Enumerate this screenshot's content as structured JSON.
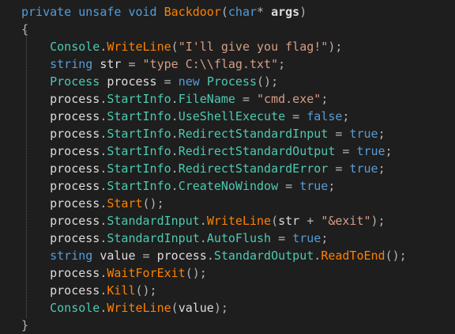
{
  "editor": {
    "lines": [
      [
        {
          "t": "private",
          "c": "kw"
        },
        {
          "t": " ",
          "c": "id"
        },
        {
          "t": "unsafe",
          "c": "kw"
        },
        {
          "t": " ",
          "c": "id"
        },
        {
          "t": "void",
          "c": "kw"
        },
        {
          "t": " ",
          "c": "id"
        },
        {
          "t": "Backdoor",
          "c": "fn"
        },
        {
          "t": "(",
          "c": "op"
        },
        {
          "t": "char",
          "c": "kw"
        },
        {
          "t": "* ",
          "c": "op"
        },
        {
          "t": "args",
          "c": "pm"
        },
        {
          "t": ")",
          "c": "op"
        }
      ],
      [
        {
          "t": "{",
          "c": "op"
        }
      ],
      [
        {
          "t": "    ",
          "c": "id"
        },
        {
          "t": "Console",
          "c": "ty"
        },
        {
          "t": ".",
          "c": "op"
        },
        {
          "t": "WriteLine",
          "c": "fn"
        },
        {
          "t": "(",
          "c": "op"
        },
        {
          "t": "\"I'll give you flag!\"",
          "c": "st"
        },
        {
          "t": ");",
          "c": "op"
        }
      ],
      [
        {
          "t": "    ",
          "c": "id"
        },
        {
          "t": "string",
          "c": "kw"
        },
        {
          "t": " str ",
          "c": "id"
        },
        {
          "t": "=",
          "c": "op"
        },
        {
          "t": " ",
          "c": "id"
        },
        {
          "t": "\"type C:\\\\flag.txt\"",
          "c": "st"
        },
        {
          "t": ";",
          "c": "op"
        }
      ],
      [
        {
          "t": "    ",
          "c": "id"
        },
        {
          "t": "Process",
          "c": "ty"
        },
        {
          "t": " process ",
          "c": "id"
        },
        {
          "t": "=",
          "c": "op"
        },
        {
          "t": " ",
          "c": "id"
        },
        {
          "t": "new",
          "c": "kw"
        },
        {
          "t": " ",
          "c": "id"
        },
        {
          "t": "Process",
          "c": "ty"
        },
        {
          "t": "();",
          "c": "op"
        }
      ],
      [
        {
          "t": "    process",
          "c": "id"
        },
        {
          "t": ".",
          "c": "op"
        },
        {
          "t": "StartInfo",
          "c": "pr"
        },
        {
          "t": ".",
          "c": "op"
        },
        {
          "t": "FileName",
          "c": "pr"
        },
        {
          "t": " = ",
          "c": "op"
        },
        {
          "t": "\"cmd.exe\"",
          "c": "st"
        },
        {
          "t": ";",
          "c": "op"
        }
      ],
      [
        {
          "t": "    process",
          "c": "id"
        },
        {
          "t": ".",
          "c": "op"
        },
        {
          "t": "StartInfo",
          "c": "pr"
        },
        {
          "t": ".",
          "c": "op"
        },
        {
          "t": "UseShellExecute",
          "c": "pr"
        },
        {
          "t": " = ",
          "c": "op"
        },
        {
          "t": "false",
          "c": "kw"
        },
        {
          "t": ";",
          "c": "op"
        }
      ],
      [
        {
          "t": "    process",
          "c": "id"
        },
        {
          "t": ".",
          "c": "op"
        },
        {
          "t": "StartInfo",
          "c": "pr"
        },
        {
          "t": ".",
          "c": "op"
        },
        {
          "t": "RedirectStandardInput",
          "c": "pr"
        },
        {
          "t": " = ",
          "c": "op"
        },
        {
          "t": "true",
          "c": "kw"
        },
        {
          "t": ";",
          "c": "op"
        }
      ],
      [
        {
          "t": "    process",
          "c": "id"
        },
        {
          "t": ".",
          "c": "op"
        },
        {
          "t": "StartInfo",
          "c": "pr"
        },
        {
          "t": ".",
          "c": "op"
        },
        {
          "t": "RedirectStandardOutput",
          "c": "pr"
        },
        {
          "t": " = ",
          "c": "op"
        },
        {
          "t": "true",
          "c": "kw"
        },
        {
          "t": ";",
          "c": "op"
        }
      ],
      [
        {
          "t": "    process",
          "c": "id"
        },
        {
          "t": ".",
          "c": "op"
        },
        {
          "t": "StartInfo",
          "c": "pr"
        },
        {
          "t": ".",
          "c": "op"
        },
        {
          "t": "RedirectStandardError",
          "c": "pr"
        },
        {
          "t": " = ",
          "c": "op"
        },
        {
          "t": "true",
          "c": "kw"
        },
        {
          "t": ";",
          "c": "op"
        }
      ],
      [
        {
          "t": "    process",
          "c": "id"
        },
        {
          "t": ".",
          "c": "op"
        },
        {
          "t": "StartInfo",
          "c": "pr"
        },
        {
          "t": ".",
          "c": "op"
        },
        {
          "t": "CreateNoWindow",
          "c": "pr"
        },
        {
          "t": " = ",
          "c": "op"
        },
        {
          "t": "true",
          "c": "kw"
        },
        {
          "t": ";",
          "c": "op"
        }
      ],
      [
        {
          "t": "    process",
          "c": "id"
        },
        {
          "t": ".",
          "c": "op"
        },
        {
          "t": "Start",
          "c": "fn"
        },
        {
          "t": "();",
          "c": "op"
        }
      ],
      [
        {
          "t": "    process",
          "c": "id"
        },
        {
          "t": ".",
          "c": "op"
        },
        {
          "t": "StandardInput",
          "c": "pr"
        },
        {
          "t": ".",
          "c": "op"
        },
        {
          "t": "WriteLine",
          "c": "fn"
        },
        {
          "t": "(",
          "c": "op"
        },
        {
          "t": "str ",
          "c": "id"
        },
        {
          "t": "+",
          "c": "op"
        },
        {
          "t": " ",
          "c": "id"
        },
        {
          "t": "\"&exit\"",
          "c": "st"
        },
        {
          "t": ");",
          "c": "op"
        }
      ],
      [
        {
          "t": "    process",
          "c": "id"
        },
        {
          "t": ".",
          "c": "op"
        },
        {
          "t": "StandardInput",
          "c": "pr"
        },
        {
          "t": ".",
          "c": "op"
        },
        {
          "t": "AutoFlush",
          "c": "pr"
        },
        {
          "t": " = ",
          "c": "op"
        },
        {
          "t": "true",
          "c": "kw"
        },
        {
          "t": ";",
          "c": "op"
        }
      ],
      [
        {
          "t": "    ",
          "c": "id"
        },
        {
          "t": "string",
          "c": "kw"
        },
        {
          "t": " value ",
          "c": "id"
        },
        {
          "t": "=",
          "c": "op"
        },
        {
          "t": " process",
          "c": "id"
        },
        {
          "t": ".",
          "c": "op"
        },
        {
          "t": "StandardOutput",
          "c": "pr"
        },
        {
          "t": ".",
          "c": "op"
        },
        {
          "t": "ReadToEnd",
          "c": "fn"
        },
        {
          "t": "();",
          "c": "op"
        }
      ],
      [
        {
          "t": "    process",
          "c": "id"
        },
        {
          "t": ".",
          "c": "op"
        },
        {
          "t": "WaitForExit",
          "c": "fn"
        },
        {
          "t": "();",
          "c": "op"
        }
      ],
      [
        {
          "t": "    process",
          "c": "id"
        },
        {
          "t": ".",
          "c": "op"
        },
        {
          "t": "Kill",
          "c": "fn"
        },
        {
          "t": "();",
          "c": "op"
        }
      ],
      [
        {
          "t": "    ",
          "c": "id"
        },
        {
          "t": "Console",
          "c": "ty"
        },
        {
          "t": ".",
          "c": "op"
        },
        {
          "t": "WriteLine",
          "c": "fn"
        },
        {
          "t": "(",
          "c": "op"
        },
        {
          "t": "value",
          "c": "id"
        },
        {
          "t": ");",
          "c": "op"
        }
      ],
      [
        {
          "t": "}",
          "c": "op"
        }
      ]
    ]
  }
}
